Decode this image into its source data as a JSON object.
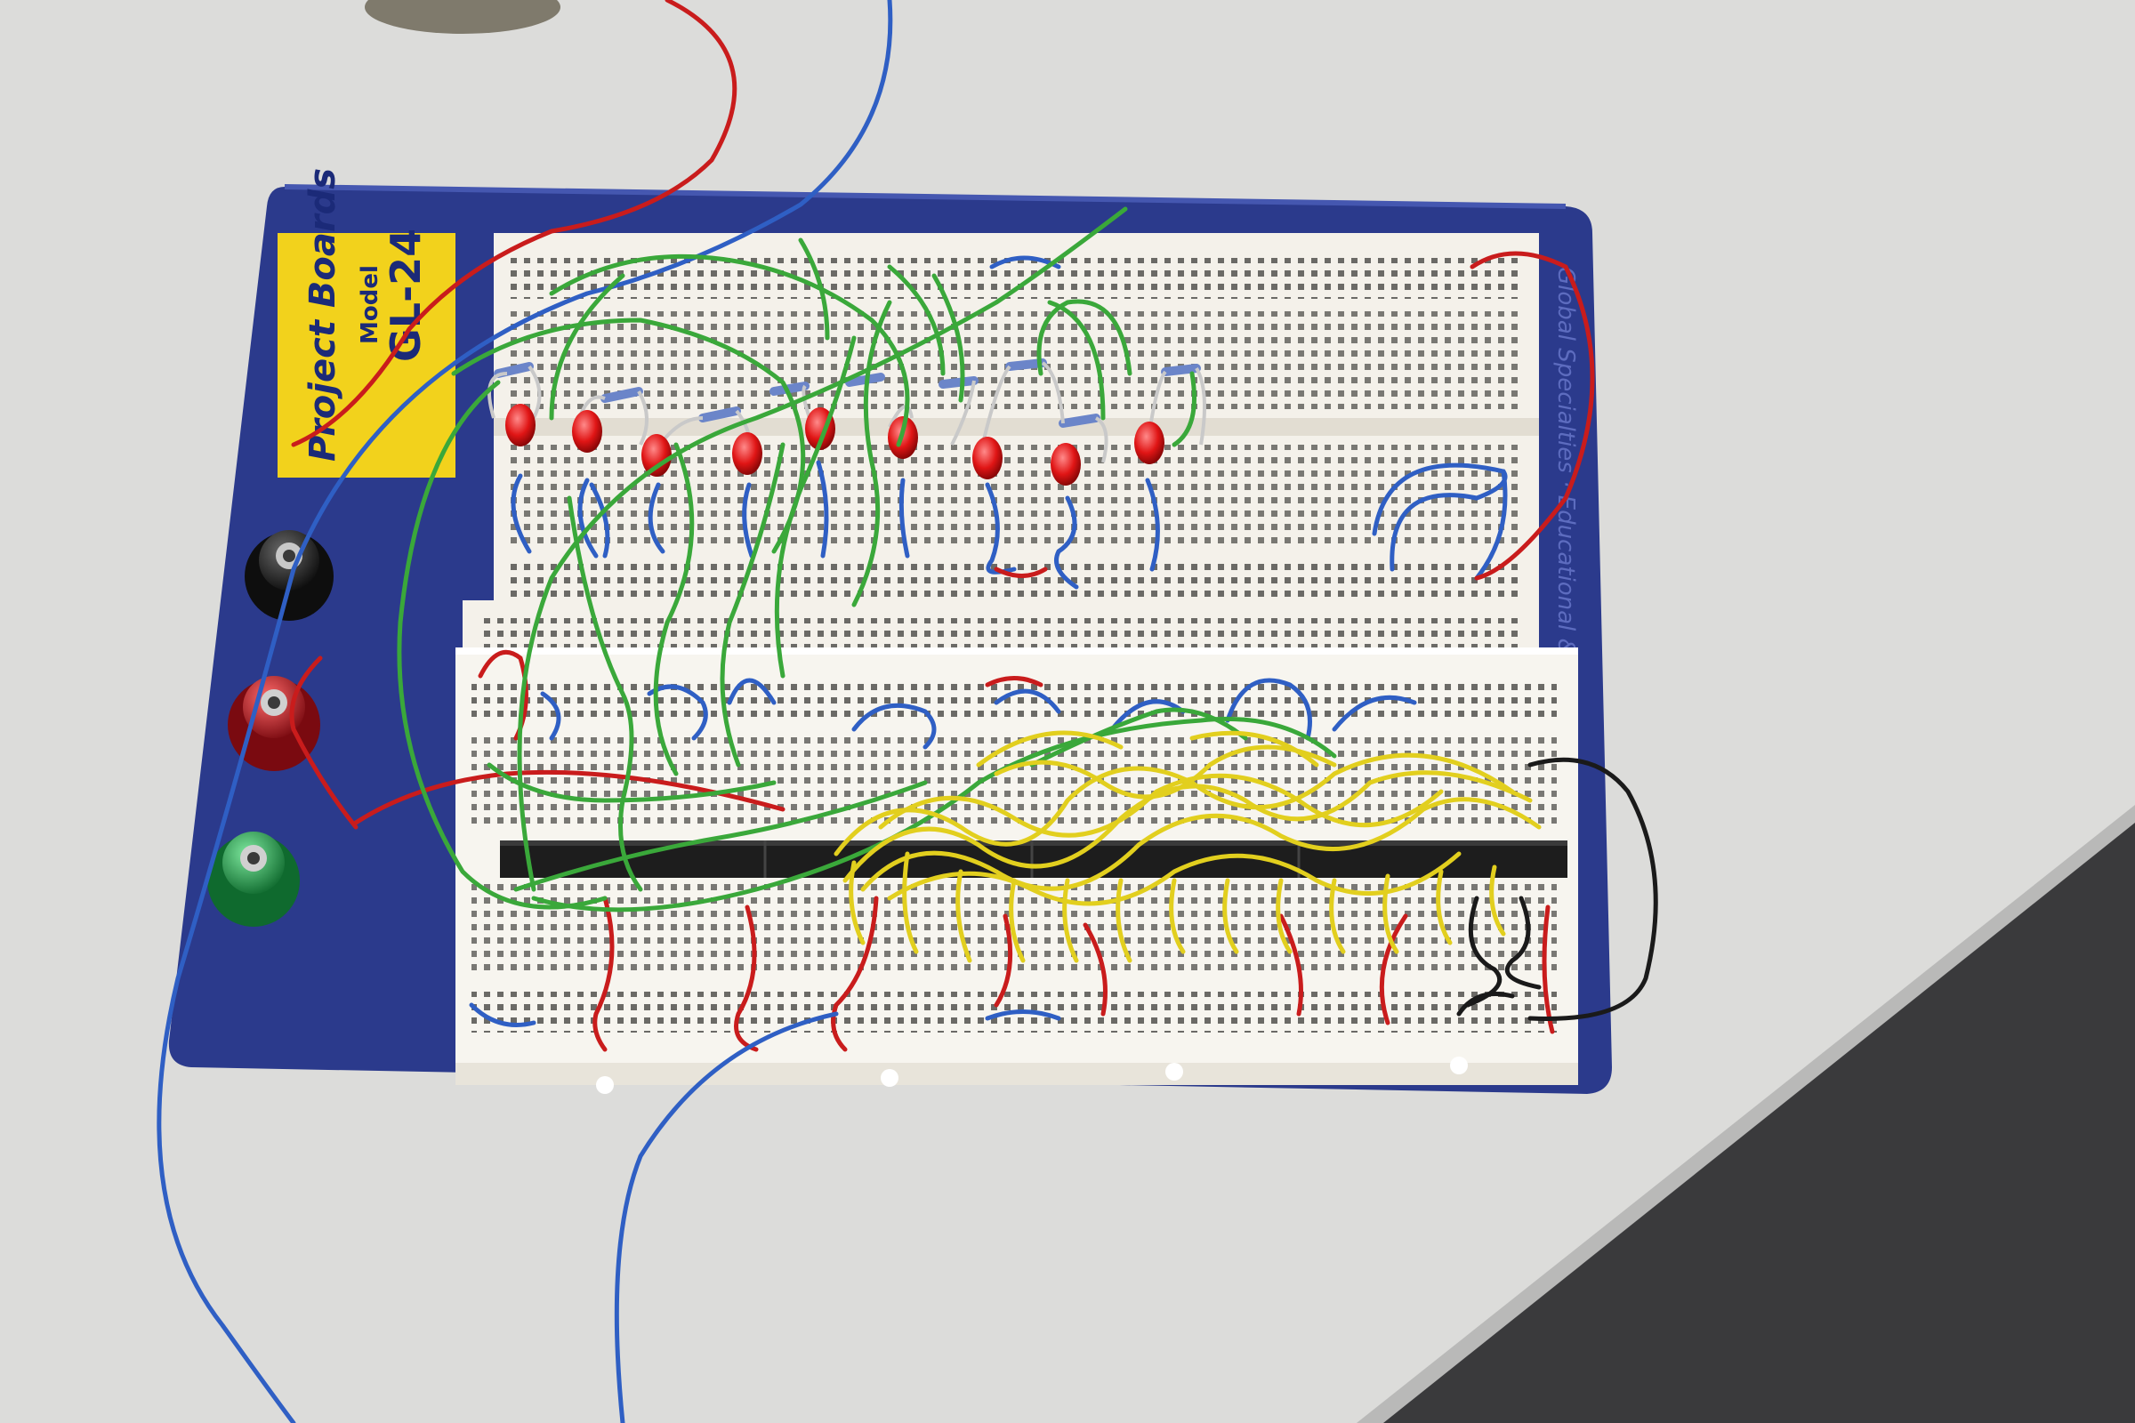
{
  "board": {
    "brand": "Project Boards",
    "model_word": "Model",
    "model_number": "GL-24",
    "maker_text": "Global Specialties · Educational & Testing Devices"
  },
  "terminals": [
    {
      "name": "black-binding-post",
      "color": "#151515"
    },
    {
      "name": "red-binding-post",
      "color": "#b3121b"
    },
    {
      "name": "green-binding-post",
      "color": "#1d9a4a"
    }
  ],
  "colors": {
    "table": "#dadad8",
    "table_shadow": "#3a3a3c",
    "board_blue": "#2b3a8c",
    "breadboard": "#f4f1ea",
    "label_yellow": "#f2d21c",
    "wire_red": "#c91c1c",
    "wire_blue": "#2f5fc4",
    "wire_green": "#3aa83a",
    "wire_yellow": "#e2cf1e",
    "wire_black": "#1a1a1a",
    "led_red": "#e01515"
  },
  "led_count": 9
}
